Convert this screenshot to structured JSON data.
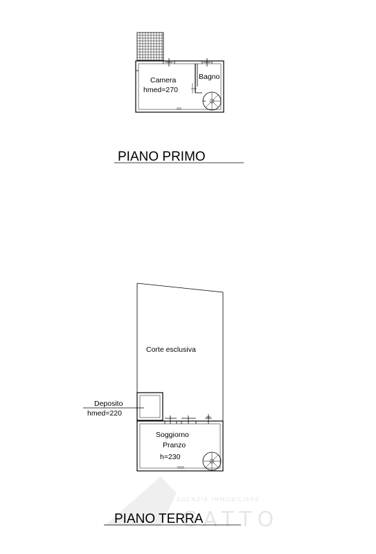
{
  "floors": {
    "upper": {
      "title": "PIANO PRIMO",
      "rooms": {
        "camera_name": "Camera",
        "camera_height": "hmed=270",
        "bagno_name": "Bagno"
      }
    },
    "ground": {
      "title": "PIANO TERRA",
      "rooms": {
        "corte_name": "Corte esclusiva",
        "deposito_name": "Deposito",
        "deposito_height": "hmed=220",
        "soggiorno_name": "Soggiorno",
        "pranzo_name": "Pranzo",
        "soggiorno_height": "h=230"
      }
    }
  },
  "watermark": {
    "tagline": "AGENZIA IMMOBILIARE",
    "brand": "GATTO"
  }
}
